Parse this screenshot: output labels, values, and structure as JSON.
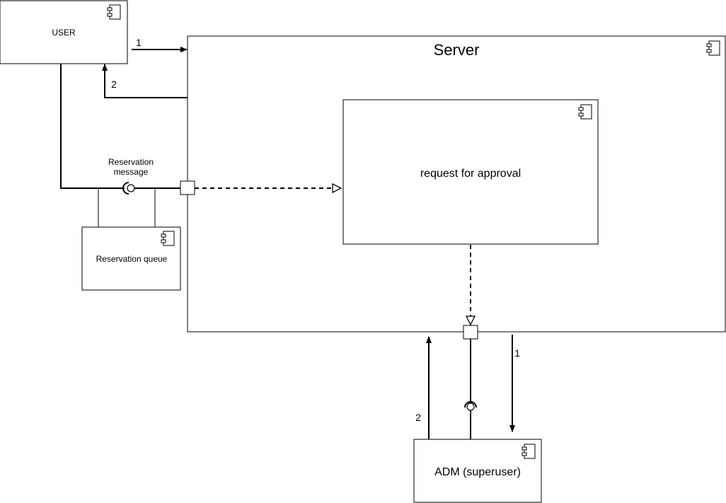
{
  "components": {
    "user": {
      "label": "USER"
    },
    "server": {
      "label": "Server"
    },
    "request": {
      "label": "request for approval"
    },
    "queue": {
      "label": "Reservation queue"
    },
    "adm": {
      "label": "ADM (superuser)"
    }
  },
  "interfaces": {
    "reservation": {
      "line1": "Reservation",
      "line2": "message"
    }
  },
  "arrows": {
    "user_to_server": "1",
    "server_to_user": "2",
    "server_to_adm": "1",
    "adm_to_server": "2"
  },
  "icons": {
    "component": "uml-component-icon"
  },
  "colors": {
    "stroke": "#000000",
    "fill": "#ffffff"
  }
}
